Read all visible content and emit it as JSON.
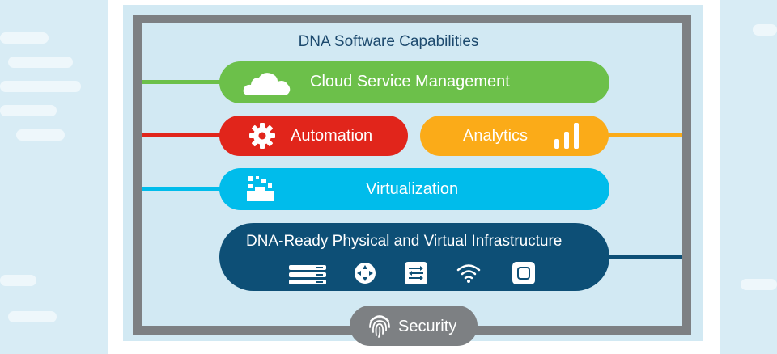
{
  "title": "DNA Software Capabilities",
  "layers": {
    "cloud": {
      "label": "Cloud Service Management",
      "color": "#6cc04a"
    },
    "automation": {
      "label": "Automation",
      "color": "#e1251b"
    },
    "analytics": {
      "label": "Analytics",
      "color": "#fbab18"
    },
    "virtualization": {
      "label": "Virtualization",
      "color": "#00bceb"
    },
    "infrastructure": {
      "label": "DNA-Ready Physical and Virtual Infrastructure",
      "color": "#0d4f76",
      "icons": [
        "server-icon",
        "router-icon",
        "switch-icon",
        "wifi-icon",
        "access-point-icon"
      ]
    }
  },
  "security": {
    "label": "Security",
    "color": "#7d8083",
    "icon": "fingerprint-icon"
  },
  "frame_color": "#7d8083"
}
